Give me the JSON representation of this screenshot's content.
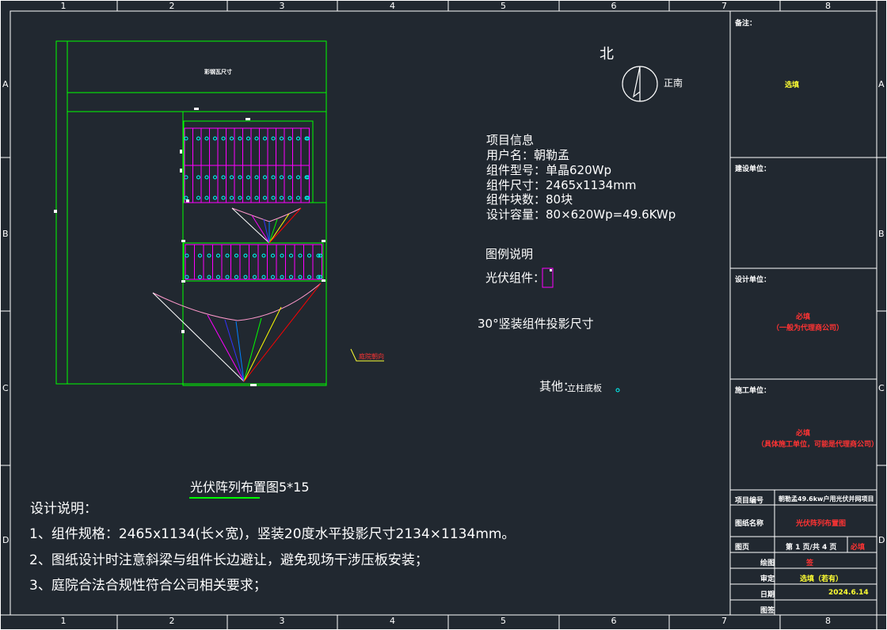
{
  "frame": {
    "columns": [
      "1",
      "2",
      "3",
      "4",
      "5",
      "6",
      "7",
      "8"
    ],
    "rows": [
      "A",
      "B",
      "C",
      "D"
    ]
  },
  "plan": {
    "top_label": "彩钢瓦尺寸",
    "title": "光伏阵列布置图5*15",
    "roof_mark": "庭院朝向"
  },
  "compass": {
    "north": "北",
    "label": "正南"
  },
  "project_info": {
    "heading": "项目信息",
    "lines": [
      "用户名：朝勒孟",
      "组件型号：单晶620Wp",
      "组件尺寸：2465x1134mm",
      "组件块数：80块",
      "设计容量：80×620Wp=49.6KWp"
    ]
  },
  "legend": {
    "heading": "图例说明",
    "module_label": "光伏组件：",
    "projection_label": "30°竖装组件投影尺寸",
    "other_label": "其他：",
    "other_item": "立柱底板"
  },
  "notes": {
    "heading": "设计说明：",
    "items": [
      "1、组件规格：2465x1134(长×宽)，竖装20度水平投影尺寸2134×1134mm。",
      "2、图纸设计时注意斜梁与组件长边避让，避免现场干涉压板安装；",
      "3、庭院合法合规性符合公司相关要求；"
    ]
  },
  "title_block": {
    "remarks_label": "备注：",
    "remarks_value": "选填",
    "builder_label": "建设单位：",
    "design_label": "设计单位：",
    "design_value_1": "必填",
    "design_value_2": "（一般为代理商公司）",
    "construct_label": "施工单位：",
    "construct_value_1": "必填",
    "construct_value_2": "（具体施工单位，可能是代理商公司）",
    "project_no_label": "项目编号",
    "project_no_value": "朝勒孟49.6kw户用光伏并网项目",
    "drawing_name_label": "图纸名称",
    "drawing_name_value": "光伏阵列布置图",
    "sheet_label": "图页",
    "sheet_value": "第 1 页/共 4 页",
    "sheet_required": "必填",
    "drawer_label": "绘图",
    "drawer_value": "签",
    "review_label": "审定",
    "review_value": "选填（若有）",
    "date_label": "日期",
    "date_value": "2024.6.14",
    "stamp_label": "图签"
  },
  "colors": {
    "background": "#212830",
    "frame": "#ffffff",
    "outline": "#00ff00",
    "module": "#ff00ff",
    "dot": "#00ffff",
    "text_yellow": "#ffff33",
    "text_red": "#ff3333"
  }
}
